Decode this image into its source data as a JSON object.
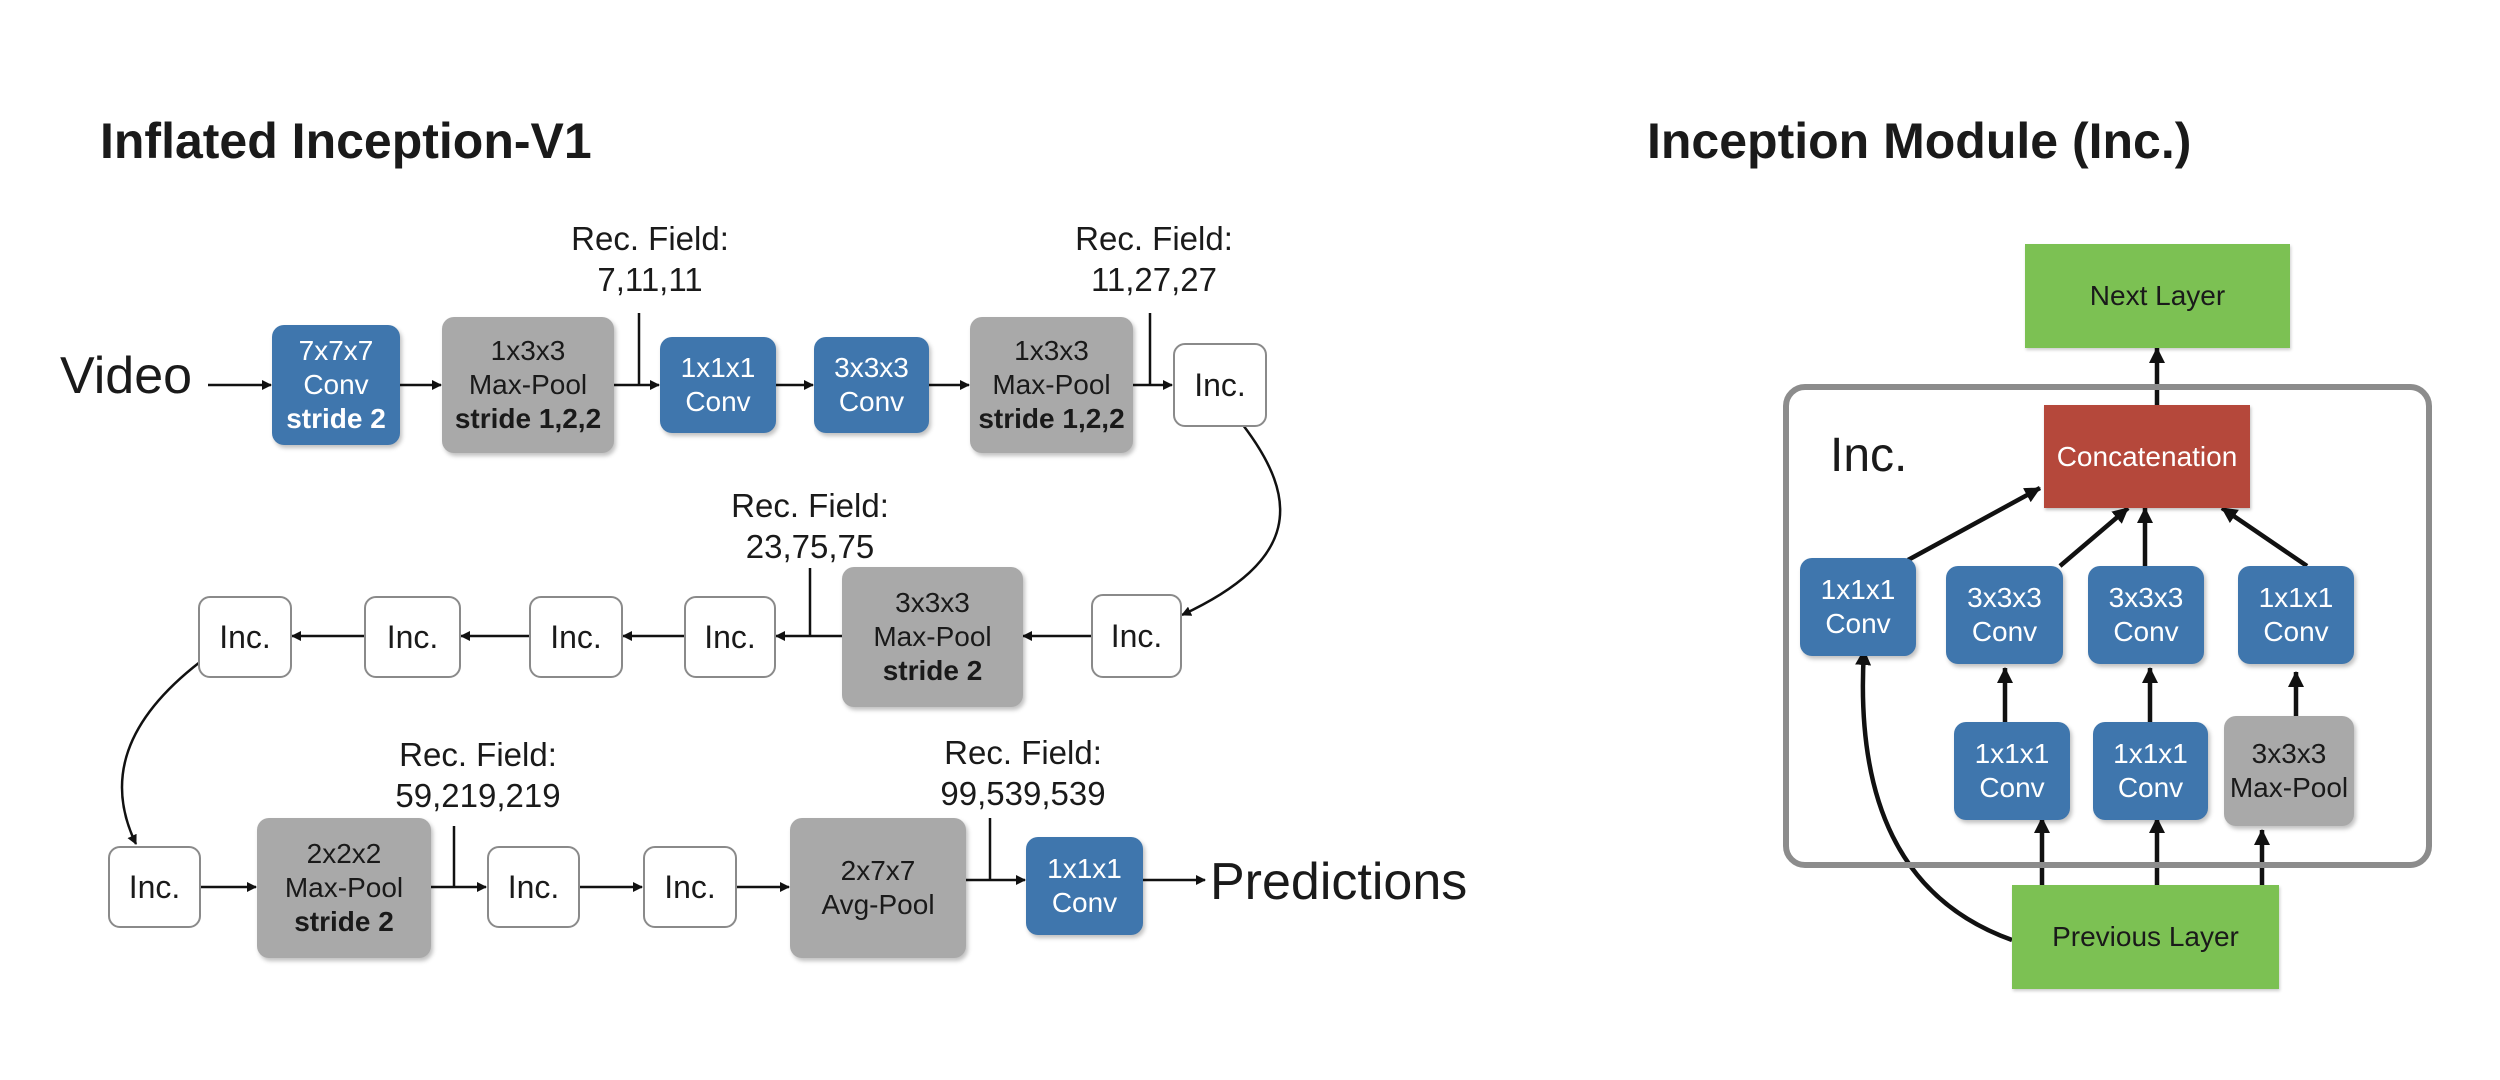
{
  "left": {
    "title": "Inflated Inception-V1",
    "input_label": "Video",
    "output_label": "Predictions",
    "rec_fields": [
      {
        "label": "Rec. Field:",
        "value": "7,11,11"
      },
      {
        "label": "Rec. Field:",
        "value": "11,27,27"
      },
      {
        "label": "Rec. Field:",
        "value": "23,75,75"
      },
      {
        "label": "Rec. Field:",
        "value": "59,219,219"
      },
      {
        "label": "Rec. Field:",
        "value": "99,539,539"
      }
    ],
    "row1": {
      "conv7": {
        "l1": "7x7x7",
        "l2": "Conv",
        "l3": "stride 2"
      },
      "pool1": {
        "l1": "1x3x3",
        "l2": "Max-Pool",
        "l3": "stride 1,2,2"
      },
      "conv1": {
        "l1": "1x1x1",
        "l2": "Conv"
      },
      "conv3": {
        "l1": "3x3x3",
        "l2": "Conv"
      },
      "pool2": {
        "l1": "1x3x3",
        "l2": "Max-Pool",
        "l3": "stride 1,2,2"
      },
      "inc": "Inc."
    },
    "row2": {
      "inc_right": "Inc.",
      "pool": {
        "l1": "3x3x3",
        "l2": "Max-Pool",
        "l3": "stride 2"
      },
      "inc_a": "Inc.",
      "inc_b": "Inc.",
      "inc_c": "Inc.",
      "inc_d": "Inc."
    },
    "row3": {
      "inc_a": "Inc.",
      "pool": {
        "l1": "2x2x2",
        "l2": "Max-Pool",
        "l3": "stride 2"
      },
      "inc_b": "Inc.",
      "inc_c": "Inc.",
      "avgpool": {
        "l1": "2x7x7",
        "l2": "Avg-Pool"
      },
      "conv": {
        "l1": "1x1x1",
        "l2": "Conv"
      }
    }
  },
  "right": {
    "title": "Inception Module (Inc.)",
    "frame_label": "Inc.",
    "next_layer": "Next Layer",
    "concat": "Concatenation",
    "previous_layer": "Previous Layer",
    "top_row": [
      {
        "l1": "1x1x1",
        "l2": "Conv"
      },
      {
        "l1": "3x3x3",
        "l2": "Conv"
      },
      {
        "l1": "3x3x3",
        "l2": "Conv"
      },
      {
        "l1": "1x1x1",
        "l2": "Conv"
      }
    ],
    "bottom_row": [
      {
        "l1": "1x1x1",
        "l2": "Conv"
      },
      {
        "l1": "1x1x1",
        "l2": "Conv"
      },
      {
        "l1": "3x3x3",
        "l2": "Max-Pool"
      }
    ]
  },
  "colors": {
    "conv": "#3f76ad",
    "pool": "#a9a9a9",
    "concat": "#b5483b",
    "layer": "#7cc153"
  }
}
